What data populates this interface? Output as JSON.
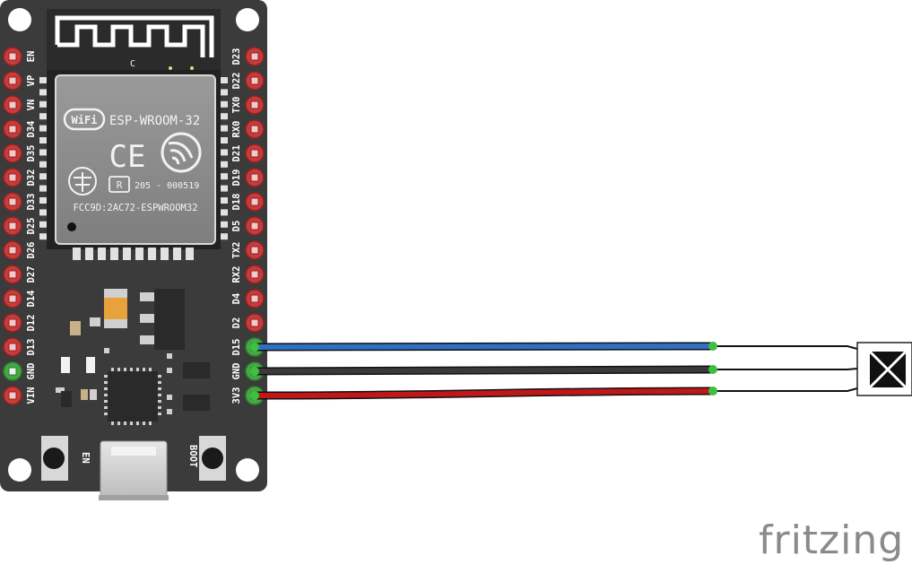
{
  "board": {
    "left_pins": [
      "EN",
      "VP",
      "VN",
      "D34",
      "D35",
      "D32",
      "D33",
      "D25",
      "D26",
      "D27",
      "D14",
      "D12",
      "D13",
      "GND",
      "VIN"
    ],
    "right_pins": [
      "D23",
      "D22",
      "TX0",
      "RX0",
      "D21",
      "D19",
      "D18",
      "D5",
      "TX2",
      "RX2",
      "D4",
      "D2",
      "D15",
      "GND",
      "3V3"
    ],
    "left_active": [
      "GND"
    ],
    "right_active": [
      "D15",
      "GND",
      "3V3"
    ],
    "module": {
      "name": "ESP-WROOM-32",
      "wifi_logo": "WiFi",
      "ce_mark": "CE",
      "reg_symbol": "R",
      "reg_number": "205 - 000519",
      "fcc_id": "FCC9D:2AC72-ESPWROOM32",
      "antenna_mark": "C"
    },
    "buttons": {
      "en": "EN",
      "boot": "BOOT"
    }
  },
  "wires": [
    {
      "pin": "D15",
      "color": "#2f6fc4"
    },
    {
      "pin": "GND",
      "color": "#3a3a3a"
    },
    {
      "pin": "3V3",
      "color": "#c01818"
    }
  ],
  "sensor": {
    "icon": "unknown-part-icon"
  },
  "watermark": "fritzing"
}
